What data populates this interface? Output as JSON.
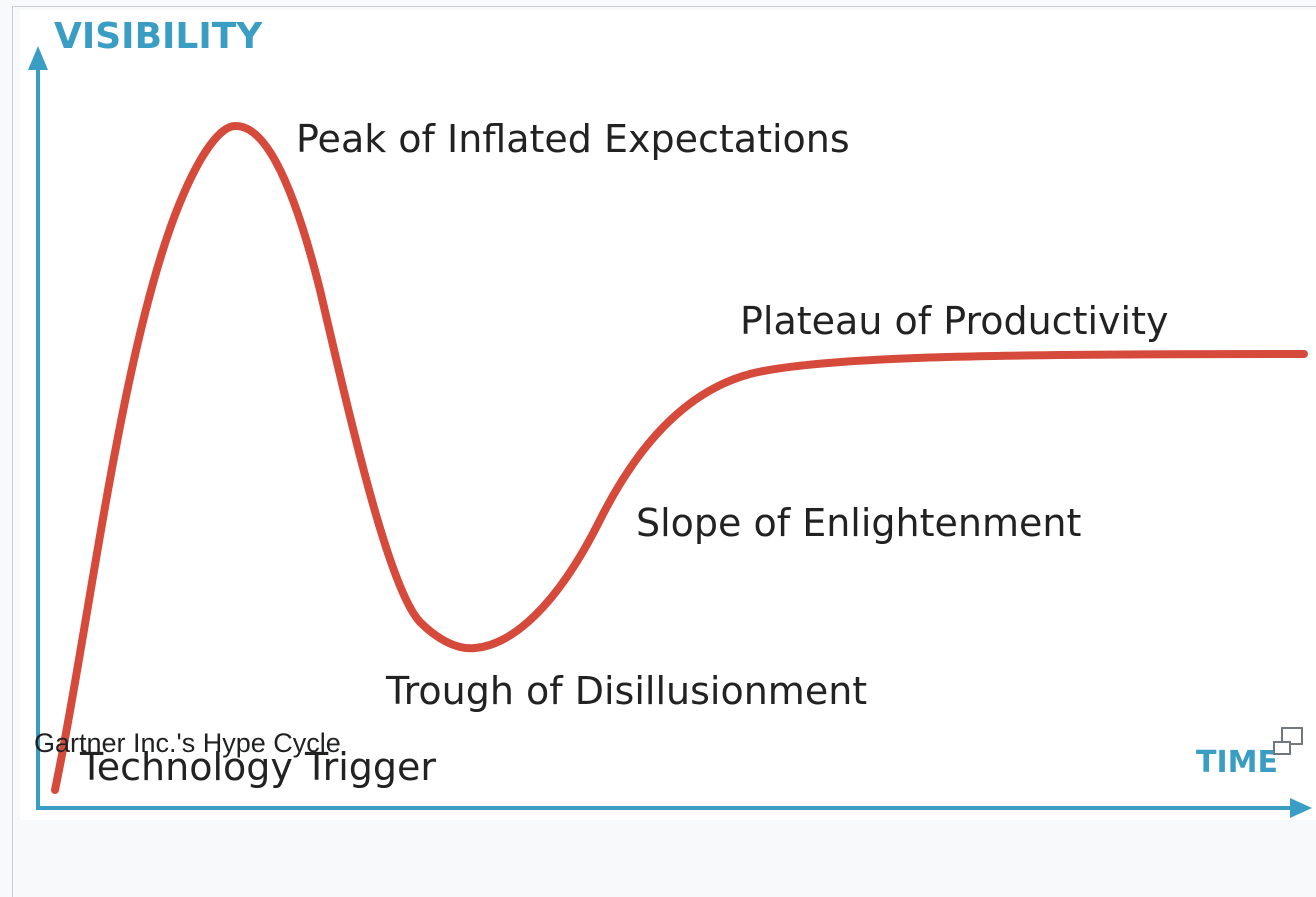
{
  "diagram": {
    "y_axis_label": "VISIBILITY",
    "x_axis_label": "TIME",
    "curve_color": "#d64a3c",
    "axis_color": "#3a9ec4",
    "phases": [
      "Technology Trigger",
      "Peak of Inflated Expectations",
      "Trough of Disillusionment",
      "Slope of Enlightenment",
      "Plateau of Productivity"
    ]
  },
  "caption": "Gartner Inc.'s Hype Cycle",
  "enlarge_icon": "enlarge-icon"
}
